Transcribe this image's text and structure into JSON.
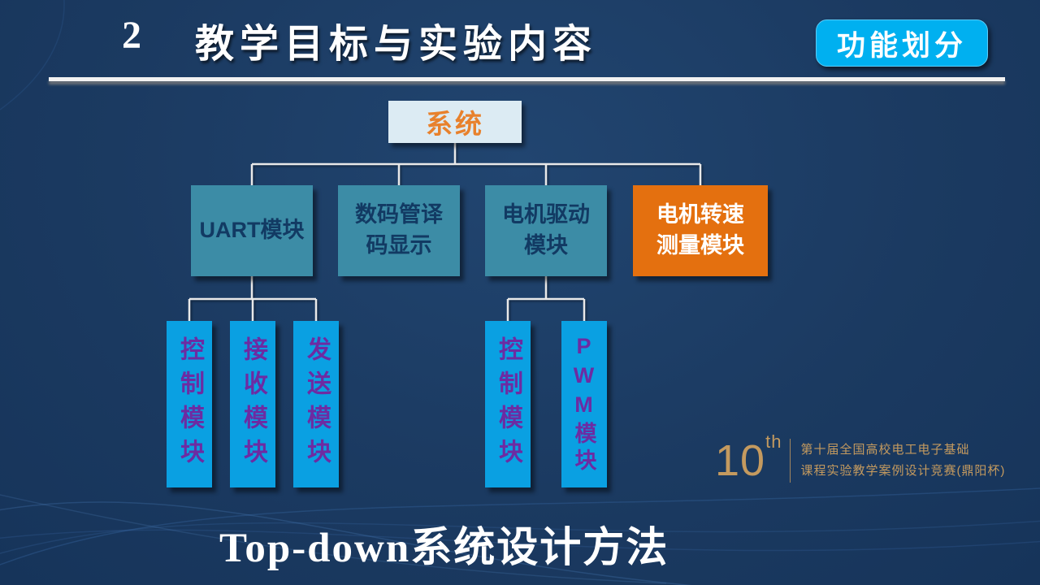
{
  "colors": {
    "background": "#1b3a61",
    "badge_bg": "#00b0f0",
    "teal_box": "#3c8ca6",
    "orange_box": "#e4700f",
    "root_box_bg": "#dcebf3",
    "root_box_text": "#e8812c",
    "child_box_bg": "#0aa0e2",
    "child_box_text": "#6d2ba2",
    "gold": "#c49a5f"
  },
  "header": {
    "number": "2",
    "title": "教学目标与实验内容",
    "badge": "功能划分"
  },
  "diagram": {
    "root": "系统",
    "modules": [
      {
        "lines": [
          "UART模块"
        ]
      },
      {
        "lines": [
          "数码管译",
          "码显示"
        ]
      },
      {
        "lines": [
          "电机驱动",
          "模块"
        ]
      },
      {
        "lines": [
          "电机转速",
          "测量模块"
        ]
      }
    ],
    "uart_children": [
      "控制模块",
      "接收模块",
      "发送模块"
    ],
    "motor_children": [
      "控制模块",
      "PWM模块"
    ]
  },
  "logo": {
    "number": "10",
    "suffix": "th",
    "line1": "第十届全国高校电工电子基础",
    "line2": "课程实验教学案例设计竞赛(鼎阳杯)"
  },
  "footer": {
    "caption_en": "Top-down",
    "caption_zh": "系统设计方法"
  }
}
